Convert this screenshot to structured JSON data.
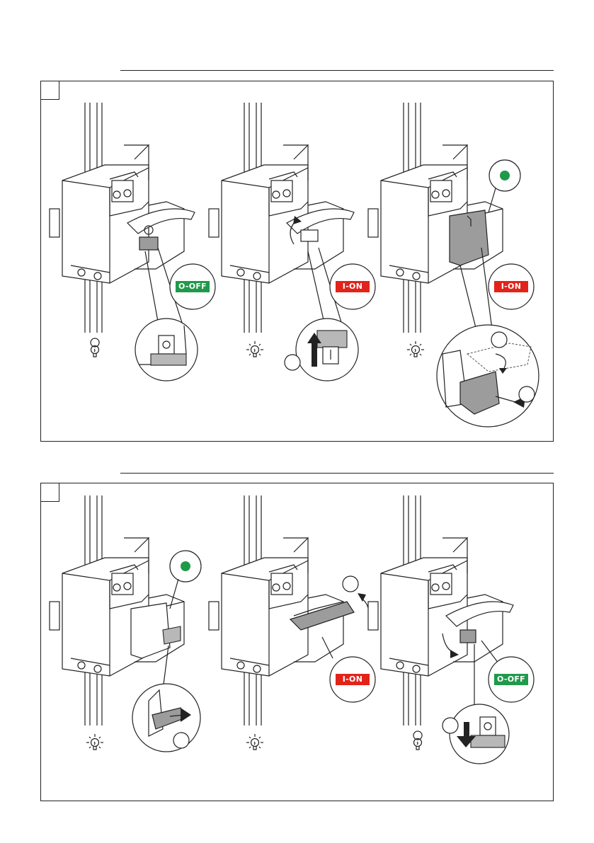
{
  "section1": {
    "steps": [
      {
        "status_label": "O-OFF",
        "status": "off",
        "lamp": "unlit",
        "inset_symbol": "O"
      },
      {
        "status_label": "I-ON",
        "status": "on",
        "lamp": "lit",
        "inset_symbol": "I"
      },
      {
        "status_label": "I-ON",
        "status": "on",
        "lamp": "lit",
        "indicator": "green-dot"
      }
    ]
  },
  "section2": {
    "steps": [
      {
        "lamp": "lit",
        "indicator": "green-dot"
      },
      {
        "status_label": "I-ON",
        "status": "on",
        "lamp": "lit"
      },
      {
        "status_label": "O-OFF",
        "status": "off",
        "lamp": "unlit",
        "inset_symbol": "O"
      }
    ]
  },
  "colors": {
    "off_badge": "#1f9a4a",
    "on_badge": "#e2231a",
    "indicator_dot": "#1f9a4a",
    "lever_fill": "#9c9c9c"
  }
}
